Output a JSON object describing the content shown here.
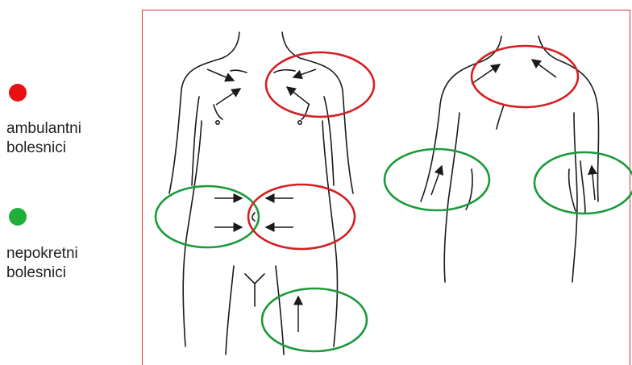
{
  "legend": {
    "ambulant": {
      "label": "ambulantni\nbolesnici",
      "color": "#e81010"
    },
    "bedridden": {
      "label": "nepokretni\nbolesnici",
      "color": "#1fae3a"
    }
  },
  "colors": {
    "frame": "#d23a3a",
    "ambulant_zone": "#d42020",
    "bedridden_zone": "#1a9a3a",
    "line": "#1a1a1a"
  },
  "zones": [
    {
      "id": "chest-right",
      "group": "ambulant"
    },
    {
      "id": "abdomen-left",
      "group": "bedridden"
    },
    {
      "id": "abdomen-right",
      "group": "ambulant"
    },
    {
      "id": "thigh-front",
      "group": "bedridden"
    },
    {
      "id": "upper-back",
      "group": "ambulant"
    },
    {
      "id": "arm-back-left",
      "group": "bedridden"
    },
    {
      "id": "arm-back-right",
      "group": "bedridden"
    }
  ]
}
